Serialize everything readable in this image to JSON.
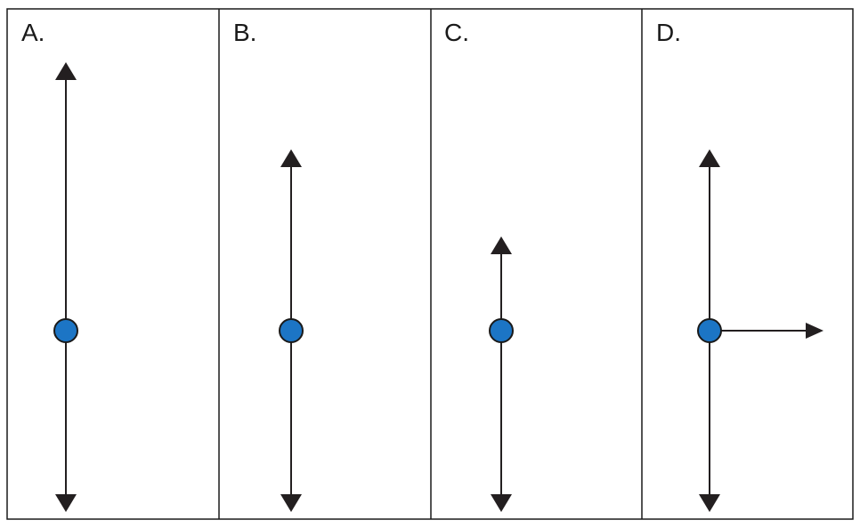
{
  "colors": {
    "border": "#1a1a1a",
    "arrow": "#231f20",
    "dot_fill": "#1c75c5",
    "dot_stroke": "#1a1a1a",
    "background": "#ffffff"
  },
  "panels": [
    {
      "label": "A.",
      "arrows": [
        {
          "direction": "up",
          "relative_length": 3
        },
        {
          "direction": "down",
          "relative_length": 2
        }
      ]
    },
    {
      "label": "B.",
      "arrows": [
        {
          "direction": "up",
          "relative_length": 2
        },
        {
          "direction": "down",
          "relative_length": 2
        }
      ]
    },
    {
      "label": "C.",
      "arrows": [
        {
          "direction": "up",
          "relative_length": 1
        },
        {
          "direction": "down",
          "relative_length": 2
        }
      ]
    },
    {
      "label": "D.",
      "arrows": [
        {
          "direction": "up",
          "relative_length": 2
        },
        {
          "direction": "down",
          "relative_length": 2
        },
        {
          "direction": "right",
          "relative_length": 1
        }
      ]
    }
  ]
}
